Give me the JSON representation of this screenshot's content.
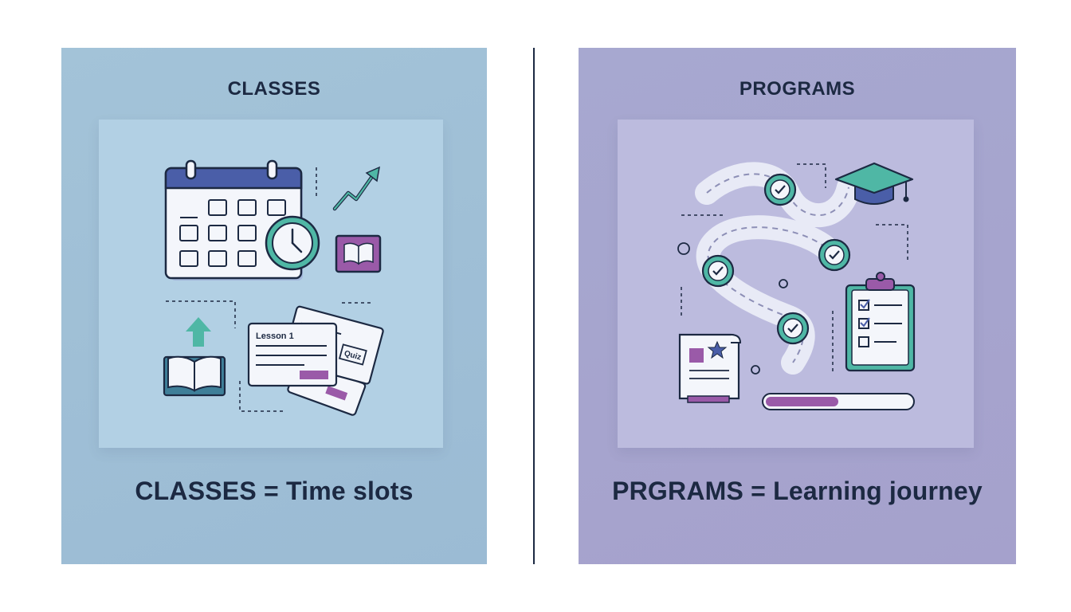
{
  "left": {
    "title": "CLASSES",
    "caption": "CLASSES = Time slots",
    "card_lesson_label": "Lesson 1",
    "card_quiz_label": "Quiz"
  },
  "right": {
    "title": "PROGRAMS",
    "caption": "PRGRAMS = Learning journey",
    "progress_fraction": 0.5
  },
  "colors": {
    "navy": "#1c2942",
    "blue": "#4a5ea8",
    "teal": "#4fb7a5",
    "purple": "#9a5aa8",
    "left_panel": "#9fbfd6",
    "right_panel": "#a6a5ce"
  }
}
